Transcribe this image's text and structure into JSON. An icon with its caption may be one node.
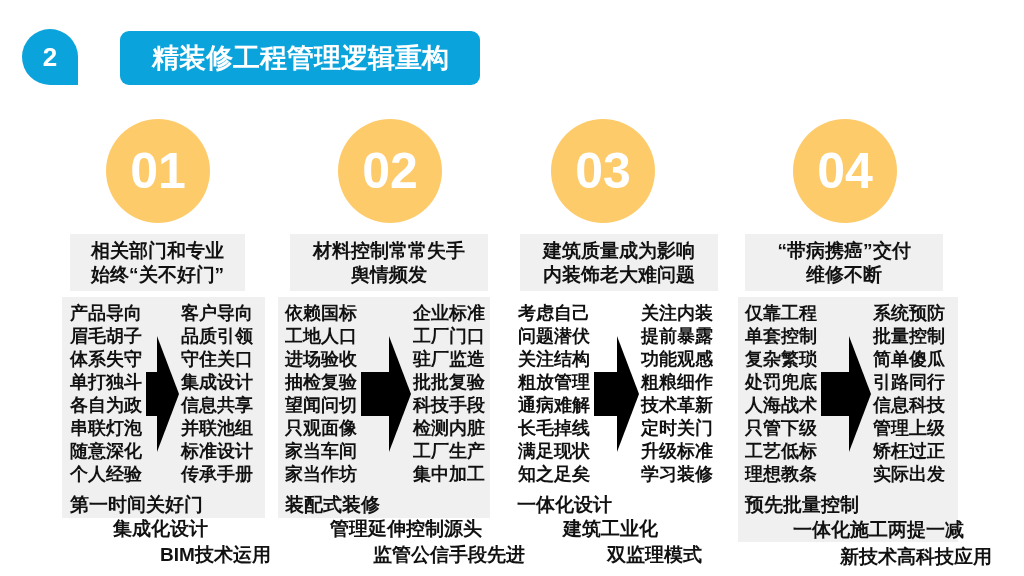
{
  "diagram": {
    "title": "精装修工程管理逻辑重构",
    "nodes": [
      {
        "text": [
          "01"
        ]
      },
      {
        "text": [
          "相关部门和专业始终“关不好门”"
        ]
      },
      {
        "text": [
          "第一时间关好门"
        ]
      },
      {
        "text": [
          "产品导向",
          "眉毛胡子",
          "体系失守",
          "单打独斗",
          "各自为政",
          "串联灯泡",
          "随意深化",
          "个人经验"
        ],
        "in": 2
      },
      {
        "text": [
          "客户导向",
          "品质引领",
          "守住关口",
          "集成设计",
          "信息共享",
          "并联池组",
          "标准设计",
          "传承手册"
        ],
        "in": 2
      },
      {
        "text": [
          "02"
        ]
      },
      {
        "text": [
          "材料控制常常失手舆情频发"
        ]
      },
      {
        "text": [
          "装配式装修"
        ]
      },
      {
        "text": [
          "依赖国标",
          "工地人口",
          "进场验收",
          "抽检复验",
          "望闻问切",
          "只观面像",
          "家当车间",
          "家当作坊"
        ],
        "in": 7
      },
      {
        "text": [
          "企业标准",
          "工厂门口",
          "驻厂监造",
          "批批复验",
          "科技手段",
          "检测内脏",
          "工厂生产",
          "集中加工"
        ],
        "in": 7
      },
      {
        "text": [
          "03"
        ]
      },
      {
        "text": [
          "建筑质量成为影响内装饰老大难问题"
        ]
      },
      {
        "text": [
          "考虑自己",
          "问题潜伏",
          "关注结构",
          "粗放管理",
          "通病难解",
          "长毛掉线",
          "满足现状",
          "知之足矣"
        ]
      },
      {
        "text": [
          "关注内装",
          "提前暴露",
          "功能观感",
          "粗粮细作",
          "技术革新",
          "定时关门",
          "升级标准",
          "学习装修"
        ]
      },
      {
        "text": [
          "04"
        ]
      },
      {
        "text": [
          "“带病携癌”交付维修不断"
        ]
      },
      {
        "text": [
          "预先批量控制",
          "一体化施工两提一减"
        ]
      },
      {
        "text": [
          "仅靠工程",
          "单套控制",
          "复杂繁琐",
          "处罚兜底",
          "人海战术",
          "只管下级",
          "工艺低标",
          "理想教条"
        ],
        "in": 16
      },
      {
        "text": [
          "系统预防",
          "批量控制",
          "简单傻瓜",
          "引路同行",
          "信息科技",
          "管理上级",
          "矫枉过正",
          "实际出发"
        ],
        "in": 16
      }
    ],
    "edges": [
      {
        "from": 3,
        "to": 4,
        "arrow": "to"
      },
      {
        "from": 8,
        "to": 9,
        "arrow": "to"
      },
      {
        "from": 12,
        "to": 13,
        "arrow": "to"
      },
      {
        "from": 17,
        "to": 18,
        "arrow": "to"
      }
    ],
    "labels": [
      "2",
      "集成化设计",
      "BIM技术运用",
      "管理延伸控制源头",
      "监管公信手段先进",
      "一体化设计",
      "建筑工业化",
      "双监理模式",
      "新技术高科技应用"
    ]
  }
}
